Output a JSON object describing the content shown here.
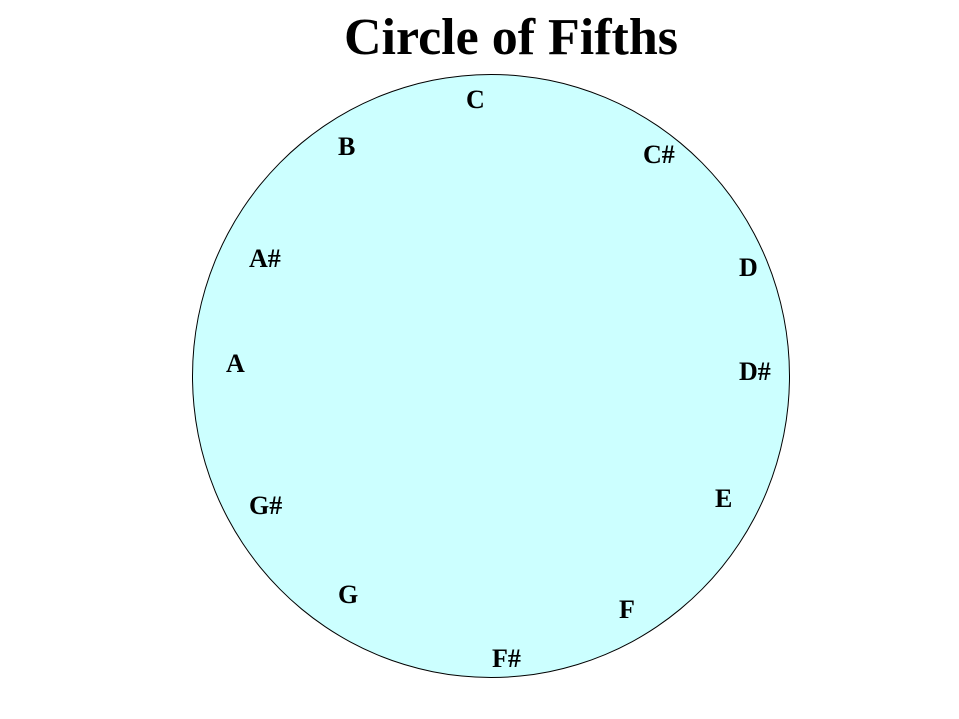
{
  "title": "Circle of Fifths",
  "colors": {
    "circle_fill": "#ccffff",
    "circle_stroke": "#000000",
    "text": "#000000",
    "background": "#ffffff"
  },
  "notes": {
    "c": "C",
    "c_sharp": "C#",
    "d": "D",
    "d_sharp": "D#",
    "e": "E",
    "f": "F",
    "f_sharp": "F#",
    "g": "G",
    "g_sharp": "G#",
    "a": "A",
    "a_sharp": "A#",
    "b": "B"
  }
}
